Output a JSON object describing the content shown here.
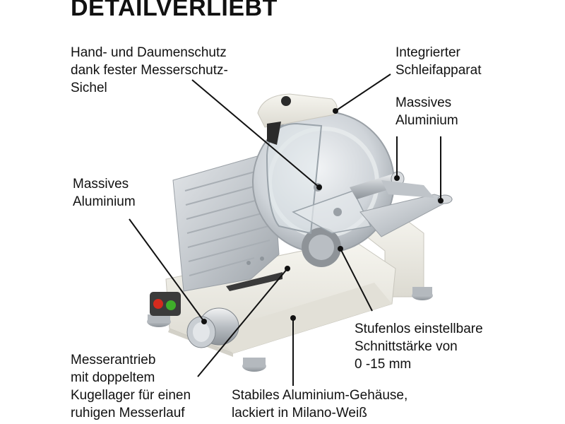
{
  "title": "DETAILVERLIEBT",
  "callouts": {
    "hand_guard": {
      "lines": [
        "Hand- und Daumenschutz",
        "dank fester Messerschutz-",
        "Sichel"
      ]
    },
    "sharpener": {
      "lines": [
        "Integrierter",
        "Schleifapparat"
      ]
    },
    "aluminium_right": {
      "lines": [
        "Massives",
        "Aluminium"
      ]
    },
    "aluminium_left": {
      "lines": [
        "Massives",
        "Aluminium"
      ]
    },
    "thickness": {
      "lines": [
        "Stufenlos einstellbare",
        "Schnittstärke von",
        "0 -15 mm"
      ]
    },
    "drive": {
      "lines": [
        "Messerantrieb",
        "mit doppeltem",
        "Kugellager für einen",
        "ruhigen Messerlauf"
      ]
    },
    "housing": {
      "lines": [
        "Stabiles Aluminium-Gehäuse,",
        "lackiert in Milano-Weiß"
      ]
    }
  },
  "colors": {
    "housing": "#efeee7",
    "aluminium": "#c9ced3",
    "blade": "#d7dbdf",
    "button_red": "#d42a1e",
    "button_green": "#3fae2a",
    "text": "#111111"
  }
}
